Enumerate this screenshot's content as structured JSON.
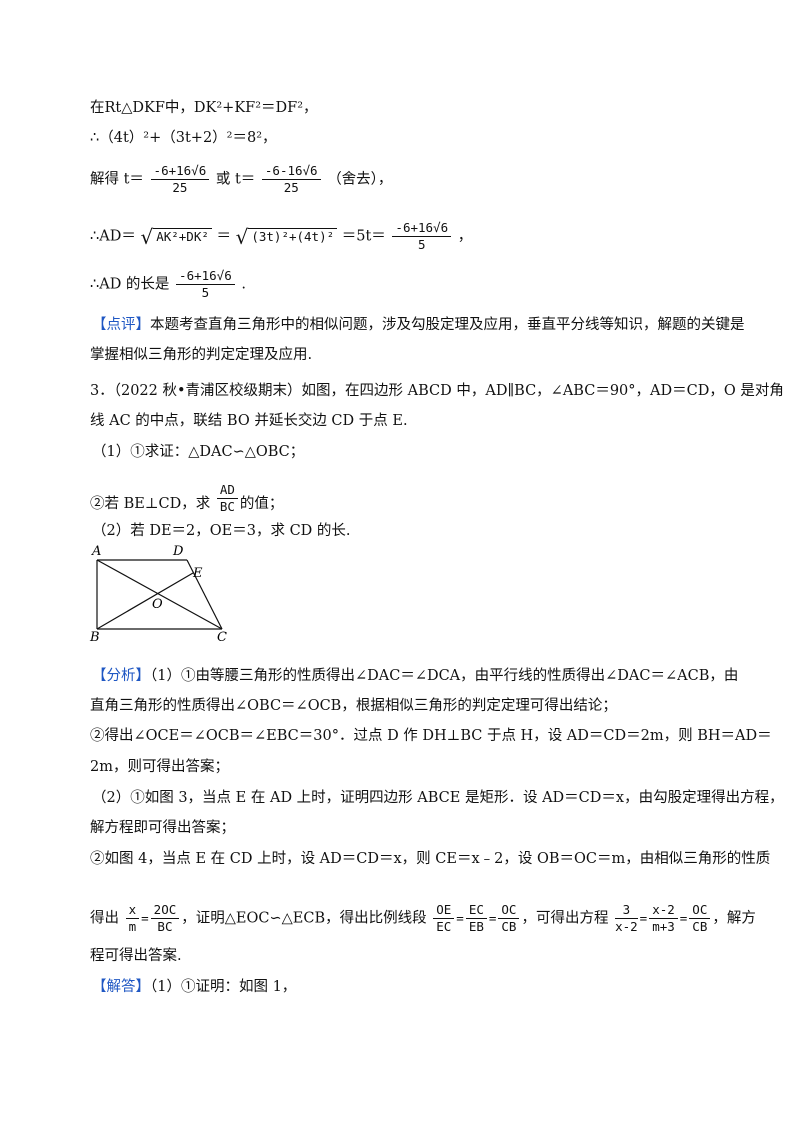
{
  "lines": {
    "l1": "在Rt△DKF中，DK²+KF²＝DF²，",
    "l2": "∴（4t）²+（3t+2）²＝8²，",
    "l3_prefix": "解得 t＝",
    "l3_mid": "或 t＝",
    "l3_suffix": "（舍去），",
    "l4_prefix": "∴AD＝",
    "l4_mid": "＝",
    "l4_mid2": "＝5t＝",
    "l4_suffix": "，",
    "l5_prefix": "∴AD 的长是",
    "l5_suffix": ".",
    "dianping_tag": "【点评】",
    "dianping_1": "本题考查直角三角形中的相似问题，涉及勾股定理及应用，垂直平分线等知识，解题的关键是",
    "dianping_2": "掌握相似三角形的判定定理及应用.",
    "q3_1": "3．（2022 秋•青浦区校级期末）如图，在四边形 ABCD 中，AD∥BC，∠ABC＝90°，AD＝CD，O 是对角",
    "q3_2": "线 AC 的中点，联结 BO 并延长交边 CD 于点 E.",
    "q3_a": "（1）①求证：△DAC∽△OBC；",
    "q3_b_prefix": "②若 BE⊥CD，求",
    "q3_b_suffix": "的值；",
    "q3_c": "（2）若 DE＝2，OE＝3，求 CD 的长.",
    "fenxi_tag": "【分析】",
    "fenxi_1": "（1）①由等腰三角形的性质得出∠DAC＝∠DCA，由平行线的性质得出∠DAC＝∠ACB，由",
    "fenxi_2": "直角三角形的性质得出∠OBC＝∠OCB，根据相似三角形的判定定理可得出结论；",
    "fenxi_3": "②得出∠OCE＝∠OCB＝∠EBC＝30°．过点 D 作 DH⊥BC 于点 H，设 AD＝CD＝2m，则 BH＝AD＝",
    "fenxi_4": "2m，则可得出答案；",
    "fenxi_5": "（2）①如图 3，当点 E 在 AD 上时，证明四边形 ABCE 是矩形．设 AD＝CD＝x，由勾股定理得出方程，",
    "fenxi_6": "解方程即可得出答案；",
    "fenxi_7": "②如图 4，当点 E 在 CD 上时，设 AD＝CD＝x，则 CE＝x﹣2，设 OB＝OC＝m，由相似三角形的性质",
    "fenxi_8_prefix": "得出",
    "fenxi_8_mid1": "，证明△EOC∽△ECB，得出比例线段",
    "fenxi_8_mid2": "，可得出方程",
    "fenxi_8_suffix": "，解方",
    "fenxi_9": "程可得出答案.",
    "jieda_tag": "【解答】",
    "jieda_1": "（1）①证明：如图 1，"
  },
  "math": {
    "frac_pos_num": "-6+16√6",
    "frac_neg_num": "-6-16√6",
    "den_25": "25",
    "den_5": "5",
    "sqrt_1": "AK²+DK²",
    "sqrt_2": "(3t)²+(4t)²",
    "ad": "AD",
    "bc": "BC",
    "x": "x",
    "m": "m",
    "two_oc": "2OC",
    "eq": "=",
    "oe": "OE",
    "ec": "EC",
    "eb": "EB",
    "oc": "OC",
    "cb": "CB",
    "three": "3",
    "x_minus_2": "x-2",
    "m_plus_3": "m+3"
  },
  "figure": {
    "labels": {
      "A": "A",
      "B": "B",
      "C": "C",
      "D": "D",
      "E": "E",
      "O": "O"
    }
  }
}
